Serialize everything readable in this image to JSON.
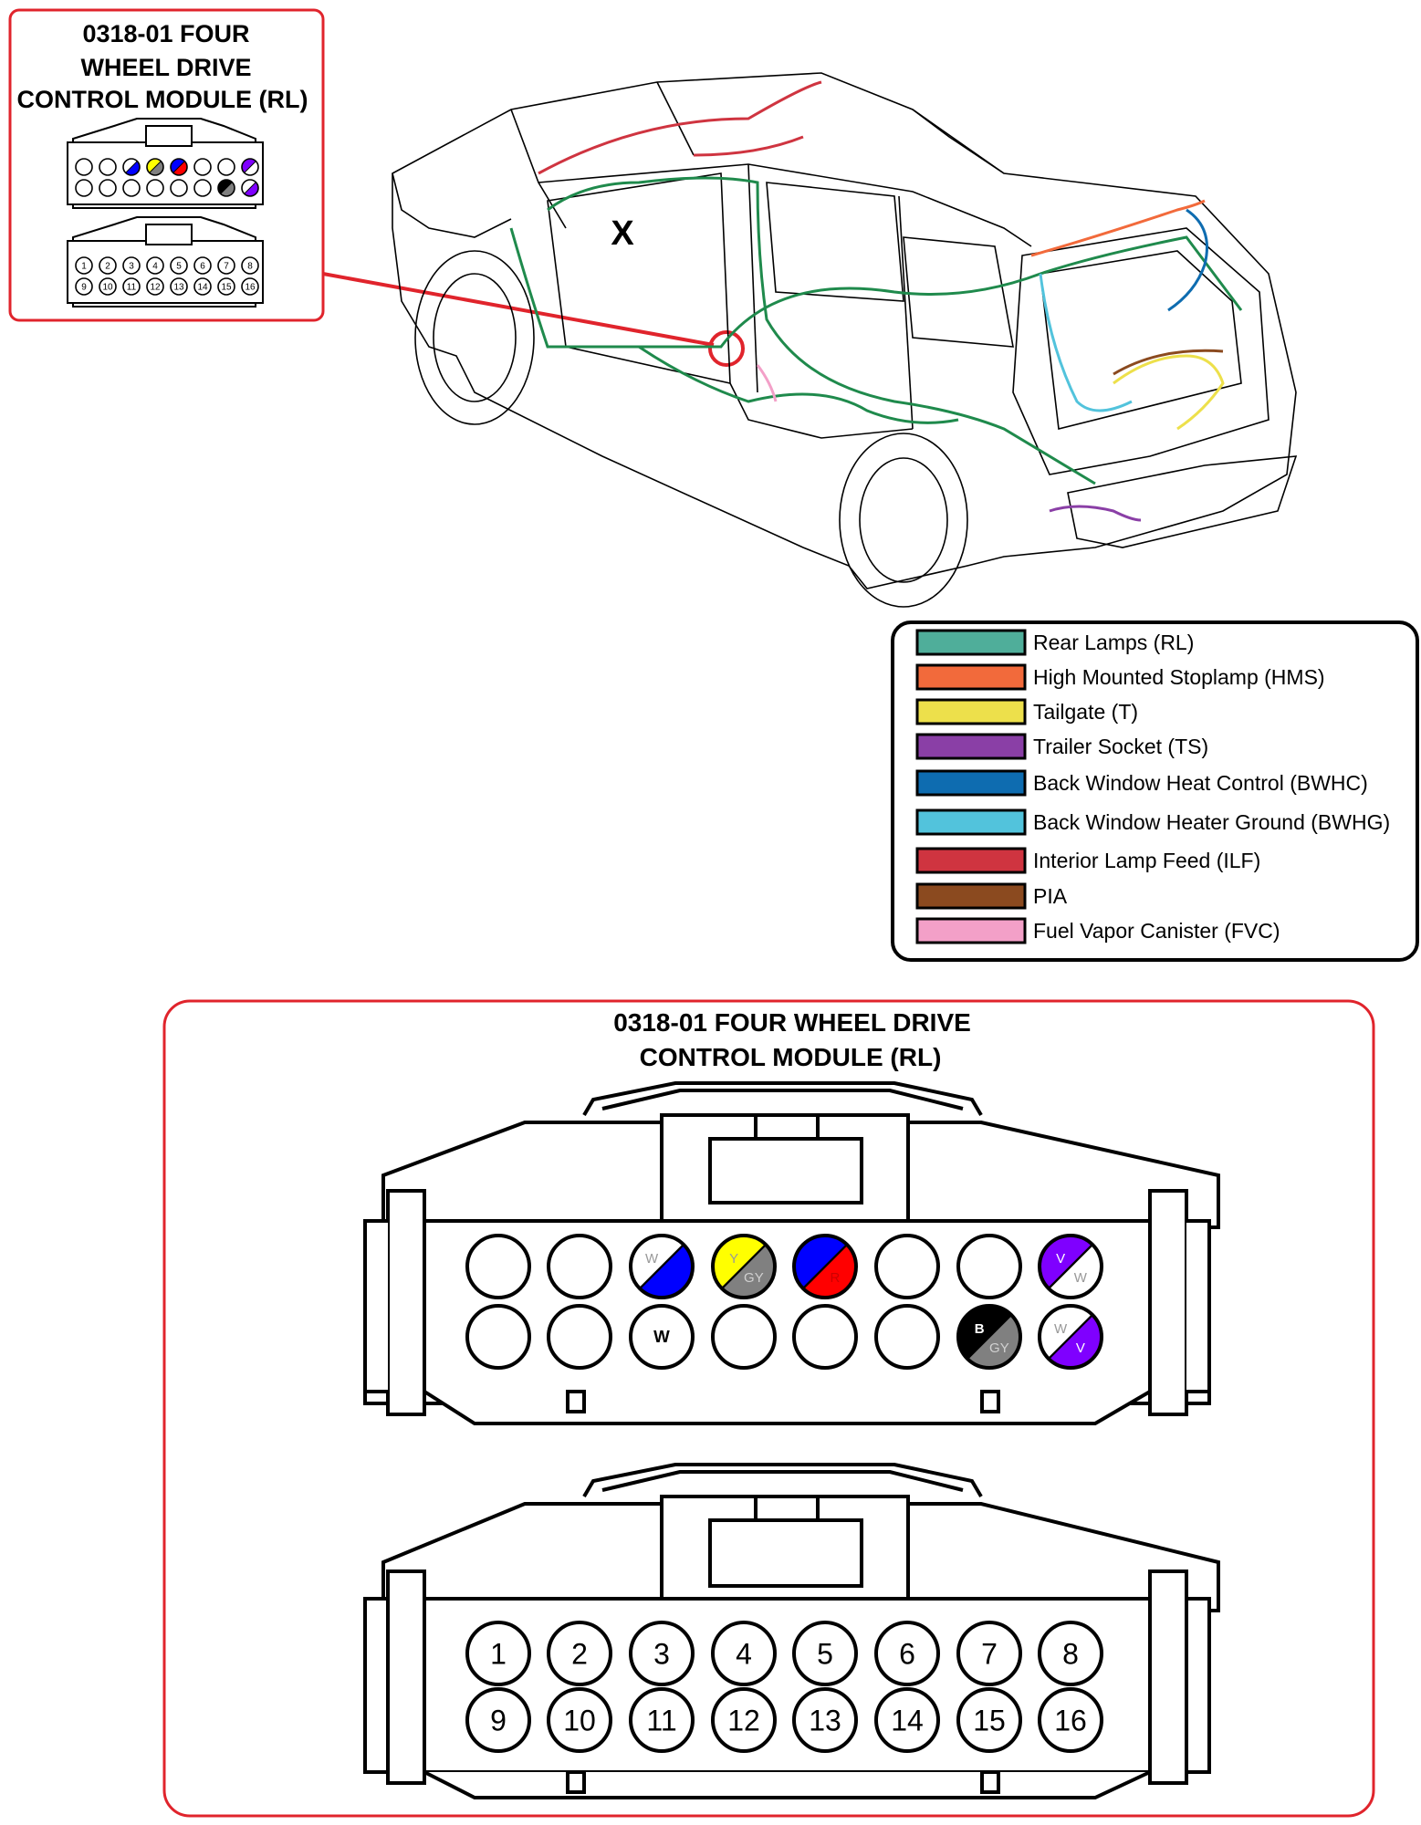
{
  "inset": {
    "title_lines": [
      "0318-01  FOUR",
      "WHEEL DRIVE",
      "CONTROL MODULE (RL)"
    ],
    "marker": "X"
  },
  "legend": {
    "items": [
      {
        "label": "Rear Lamps (RL)",
        "color": "#4fae9a"
      },
      {
        "label": "High Mounted Stoplamp (HMS)",
        "color": "#f26a3b"
      },
      {
        "label": "Tailgate (T)",
        "color": "#ede04b"
      },
      {
        "label": "Trailer Socket  (TS)",
        "color": "#8a3fa6"
      },
      {
        "label": "Back Window Heat Control (BWHC)",
        "color": "#0e6cb0"
      },
      {
        "label": "Back Window Heater Ground (BWHG)",
        "color": "#52c3dc"
      },
      {
        "label": "Interior Lamp Feed (ILF)",
        "color": "#cf3440"
      },
      {
        "label": "PIA",
        "color": "#8b4a1f"
      },
      {
        "label": "Fuel Vapor Canister (FVC)",
        "color": "#f3a0c8"
      }
    ]
  },
  "detail": {
    "title_lines": [
      "0318-01  FOUR WHEEL DRIVE",
      "CONTROL MODULE (RL)"
    ]
  },
  "connector_face": {
    "row1": [
      {
        "type": "empty"
      },
      {
        "type": "empty"
      },
      {
        "type": "split",
        "color_a": "#ffffff",
        "color_b": "#0000ff",
        "label_a": "W",
        "label_b": ""
      },
      {
        "type": "split",
        "color_a": "#ffff00",
        "color_b": "#808080",
        "label_a": "Y",
        "label_b": "GY"
      },
      {
        "type": "split",
        "color_a": "#0000ff",
        "color_b": "#ff0000",
        "label_a": "",
        "label_b": "R"
      },
      {
        "type": "empty"
      },
      {
        "type": "empty"
      },
      {
        "type": "split",
        "color_a": "#7f00ff",
        "color_b": "#ffffff",
        "label_a": "V",
        "label_b": "W"
      }
    ],
    "row2": [
      {
        "type": "empty"
      },
      {
        "type": "empty"
      },
      {
        "type": "solid",
        "color": "#ffffff",
        "label": "W"
      },
      {
        "type": "empty"
      },
      {
        "type": "empty"
      },
      {
        "type": "empty"
      },
      {
        "type": "split",
        "color_a": "#000000",
        "color_b": "#808080",
        "label_a": "B",
        "label_b": "GY"
      },
      {
        "type": "split",
        "color_a": "#ffffff",
        "color_b": "#7f00ff",
        "label_a": "W",
        "label_b": "V"
      }
    ]
  },
  "connector_numbers": {
    "row1": [
      "1",
      "2",
      "3",
      "4",
      "5",
      "6",
      "7",
      "8"
    ],
    "row2": [
      "9",
      "10",
      "11",
      "12",
      "13",
      "14",
      "15",
      "16"
    ]
  },
  "colors": {
    "frame_red": "#e0242c",
    "harness_green": "#1f8a4c"
  }
}
